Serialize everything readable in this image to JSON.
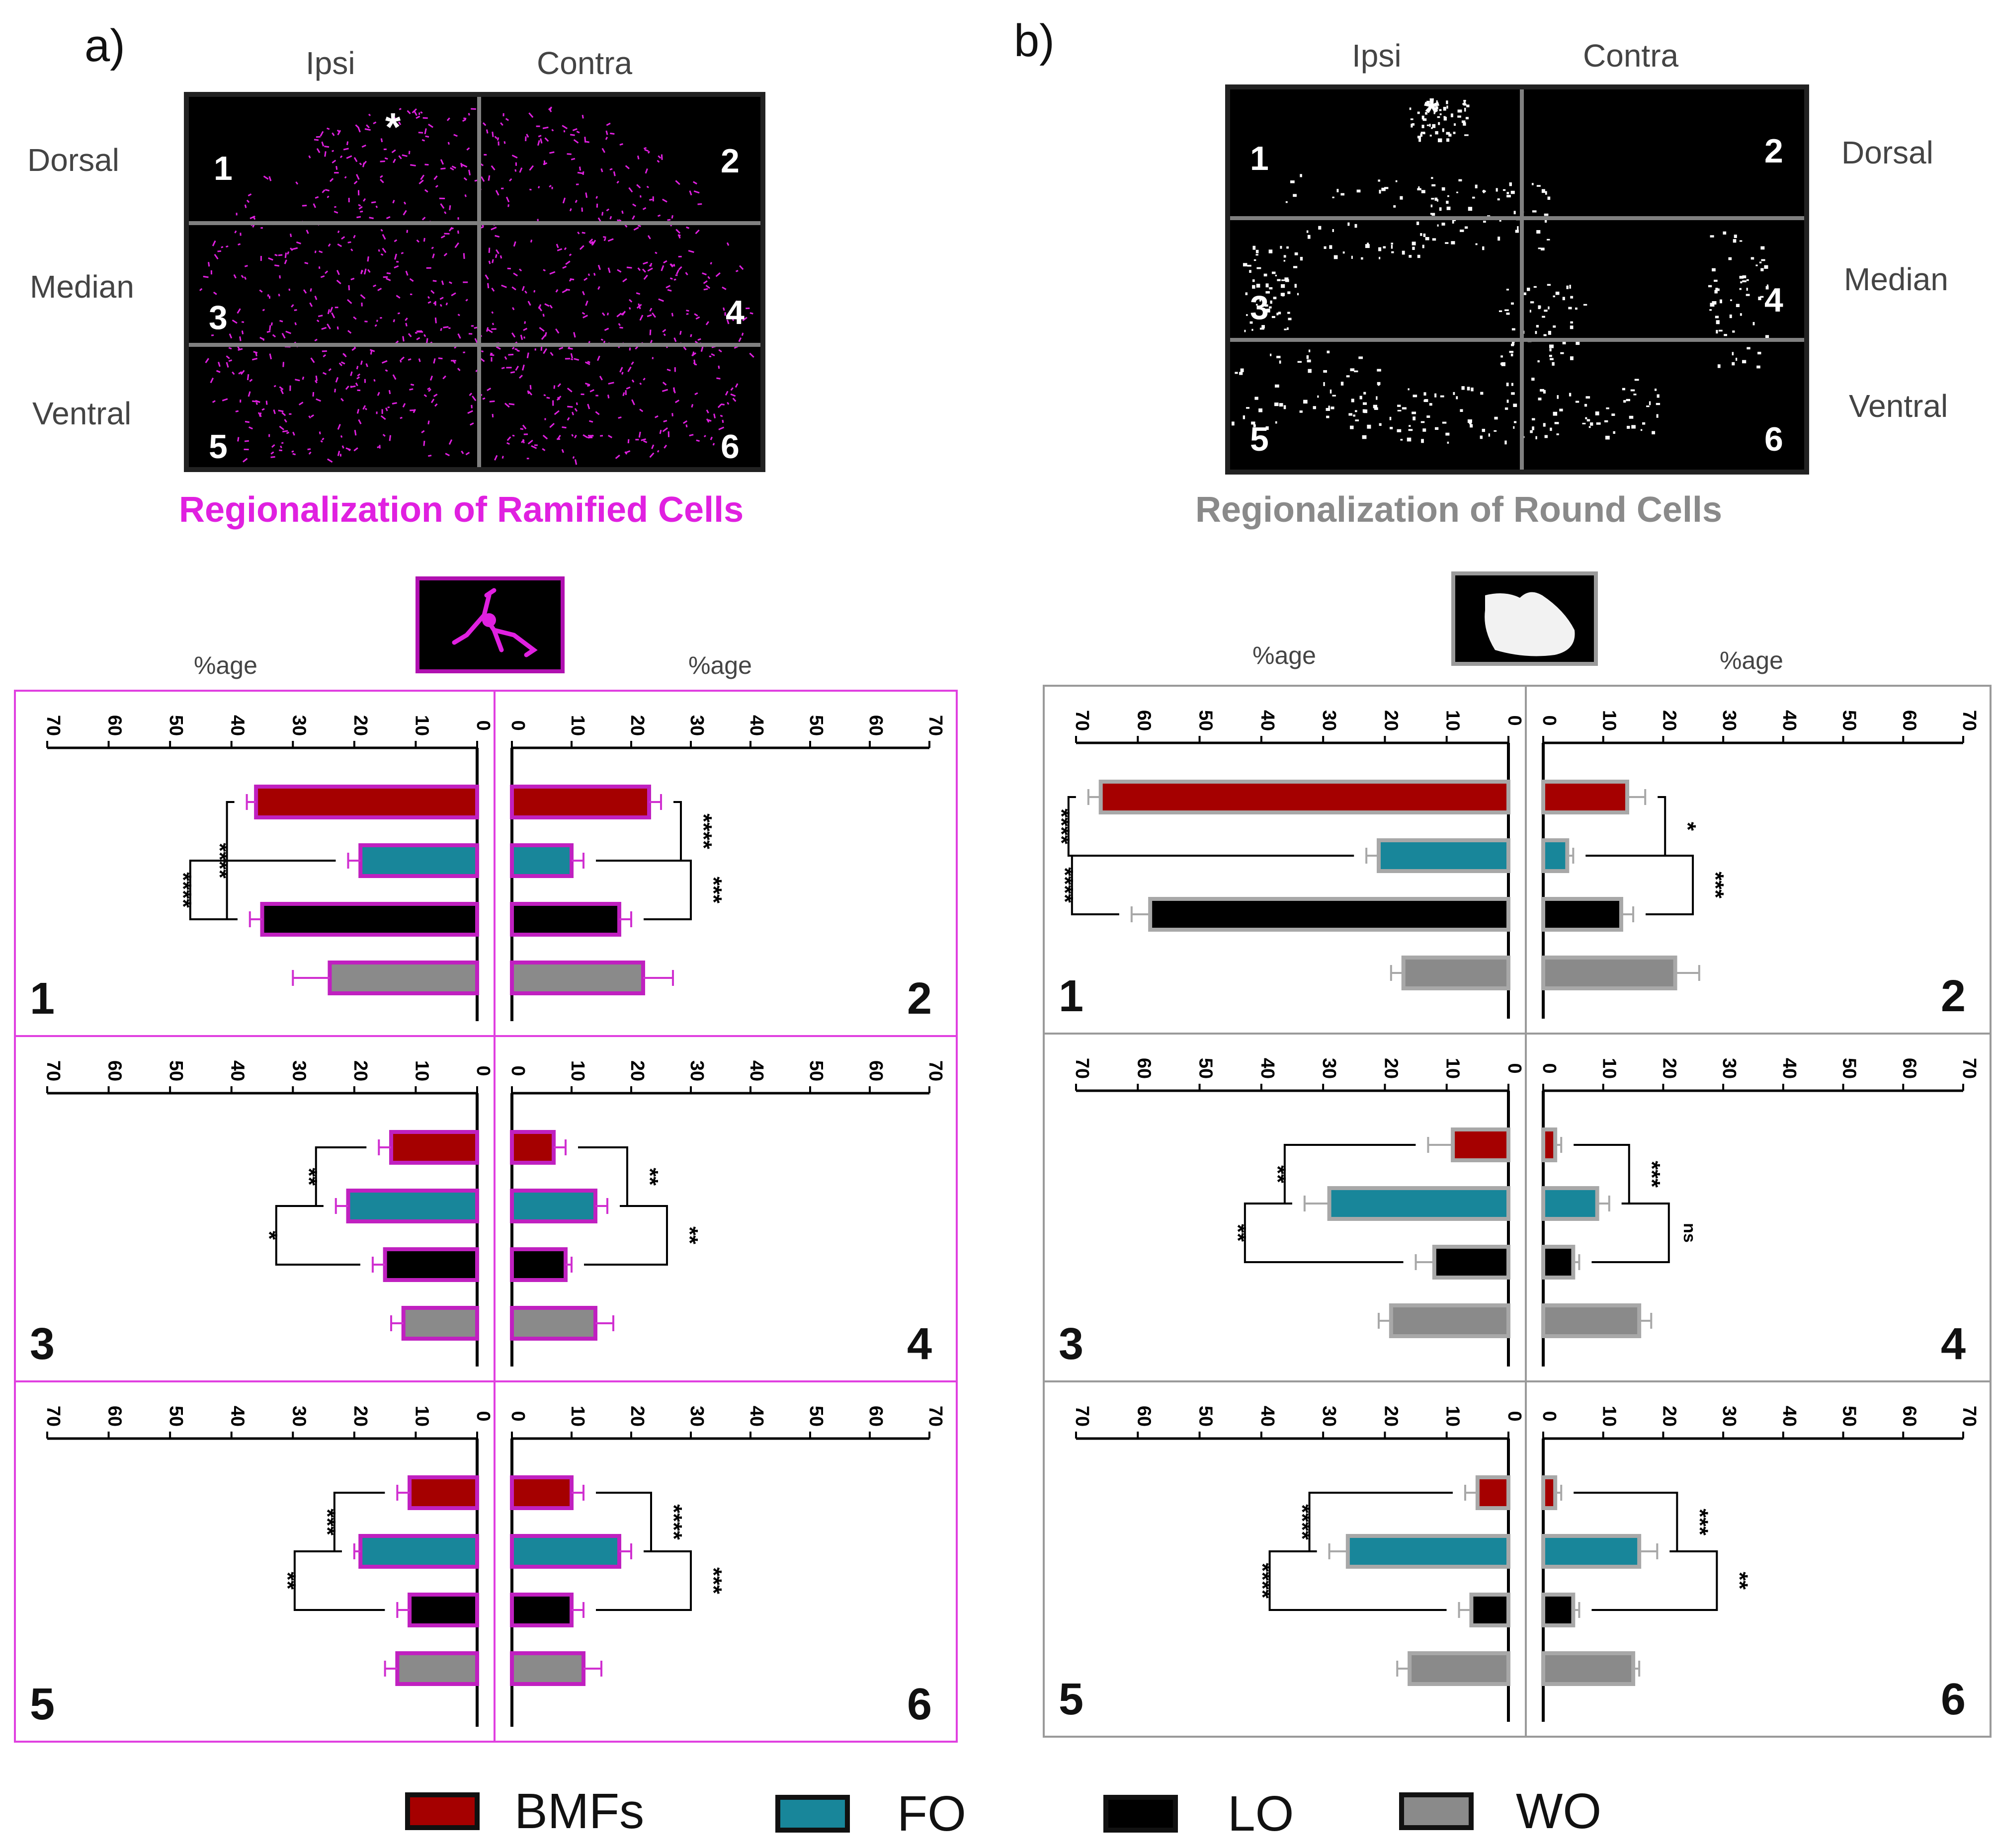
{
  "panel_a": {
    "letter": "a)",
    "col_ipsi": "Ipsi",
    "col_contra": "Contra",
    "row_dorsal": "Dorsal",
    "row_median": "Median",
    "row_ventral": "Ventral",
    "quadrants": [
      "1",
      "2",
      "3",
      "4",
      "5",
      "6"
    ],
    "asterisk": "*",
    "caption": "Regionalization of Ramified Cells",
    "caption_color": "#e020e0",
    "age_left": "%age",
    "age_right": "%age",
    "cell_color": "#e020e0"
  },
  "panel_b": {
    "letter": "b)",
    "col_ipsi": "Ipsi",
    "col_contra": "Contra",
    "row_dorsal": "Dorsal",
    "row_median": "Median",
    "row_ventral": "Ventral",
    "quadrants": [
      "1",
      "2",
      "3",
      "4",
      "5",
      "6"
    ],
    "asterisk": "*",
    "caption": "Regionalization of Round Cells",
    "caption_color": "#8a8a8a",
    "age_left": "%age",
    "age_right": "%age"
  },
  "legend": [
    {
      "label": "BMFs",
      "color": "#a50000"
    },
    {
      "label": "FO",
      "color": "#18869a"
    },
    {
      "label": "LO",
      "color": "#000000"
    },
    {
      "label": "WO",
      "color": "#8a8a8a"
    }
  ],
  "chart_data": [
    {
      "type": "bar",
      "panel": "a",
      "region": "1",
      "side": "ipsi",
      "number_label": "1",
      "ticks": [
        "0",
        "10",
        "20",
        "30",
        "40",
        "50",
        "60",
        "70"
      ],
      "xlim": [
        0,
        70
      ],
      "categories": [
        "BMFs",
        "FO",
        "LO",
        "WO"
      ],
      "values": [
        36,
        19,
        35,
        24
      ],
      "errors": [
        1.5,
        2,
        2,
        6
      ],
      "significance": [
        {
          "pair": [
            "BMFs",
            "LO"
          ],
          "label": "****"
        },
        {
          "pair": [
            "FO",
            "LO"
          ],
          "label": "****"
        }
      ]
    },
    {
      "type": "bar",
      "panel": "a",
      "region": "2",
      "side": "contra",
      "number_label": "2",
      "ticks": [
        "0",
        "10",
        "20",
        "30",
        "40",
        "50",
        "60",
        "70"
      ],
      "xlim": [
        0,
        70
      ],
      "categories": [
        "BMFs",
        "FO",
        "LO",
        "WO"
      ],
      "values": [
        23,
        10,
        18,
        22
      ],
      "errors": [
        2,
        2,
        2,
        5
      ],
      "significance": [
        {
          "pair": [
            "BMFs",
            "FO"
          ],
          "label": "****"
        },
        {
          "pair": [
            "FO",
            "LO"
          ],
          "label": "***"
        }
      ]
    },
    {
      "type": "bar",
      "panel": "a",
      "region": "3",
      "side": "ipsi",
      "number_label": "3",
      "ticks": [
        "0",
        "10",
        "20",
        "30",
        "40",
        "50",
        "60",
        "70"
      ],
      "xlim": [
        0,
        70
      ],
      "categories": [
        "BMFs",
        "FO",
        "LO",
        "WO"
      ],
      "values": [
        14,
        21,
        15,
        12
      ],
      "errors": [
        2,
        2,
        2,
        2
      ],
      "significance": [
        {
          "pair": [
            "BMFs",
            "FO"
          ],
          "label": "**"
        },
        {
          "pair": [
            "FO",
            "LO"
          ],
          "label": "*"
        }
      ]
    },
    {
      "type": "bar",
      "panel": "a",
      "region": "4",
      "side": "contra",
      "number_label": "4",
      "ticks": [
        "0",
        "10",
        "20",
        "30",
        "40",
        "50",
        "60",
        "70"
      ],
      "xlim": [
        0,
        70
      ],
      "categories": [
        "BMFs",
        "FO",
        "LO",
        "WO"
      ],
      "values": [
        7,
        14,
        9,
        14
      ],
      "errors": [
        2,
        2,
        1,
        3
      ],
      "significance": [
        {
          "pair": [
            "BMFs",
            "FO"
          ],
          "label": "**"
        },
        {
          "pair": [
            "FO",
            "LO"
          ],
          "label": "**"
        }
      ]
    },
    {
      "type": "bar",
      "panel": "a",
      "region": "5",
      "side": "ipsi",
      "number_label": "5",
      "ticks": [
        "0",
        "10",
        "20",
        "30",
        "40",
        "50",
        "60",
        "70"
      ],
      "xlim": [
        0,
        70
      ],
      "categories": [
        "BMFs",
        "FO",
        "LO",
        "WO"
      ],
      "values": [
        11,
        19,
        11,
        13
      ],
      "errors": [
        2,
        1,
        2,
        2
      ],
      "significance": [
        {
          "pair": [
            "BMFs",
            "FO"
          ],
          "label": "***"
        },
        {
          "pair": [
            "FO",
            "LO"
          ],
          "label": "**"
        }
      ]
    },
    {
      "type": "bar",
      "panel": "a",
      "region": "6",
      "side": "contra",
      "number_label": "6",
      "ticks": [
        "0",
        "10",
        "20",
        "30",
        "40",
        "50",
        "60",
        "70"
      ],
      "xlim": [
        0,
        70
      ],
      "categories": [
        "BMFs",
        "FO",
        "LO",
        "WO"
      ],
      "values": [
        10,
        18,
        10,
        12
      ],
      "errors": [
        2,
        2,
        2,
        3
      ],
      "significance": [
        {
          "pair": [
            "BMFs",
            "FO"
          ],
          "label": "****"
        },
        {
          "pair": [
            "FO",
            "LO"
          ],
          "label": "***"
        }
      ]
    },
    {
      "type": "bar",
      "panel": "b",
      "region": "1",
      "side": "ipsi",
      "number_label": "1",
      "ticks": [
        "0",
        "10",
        "20",
        "30",
        "40",
        "50",
        "60",
        "70"
      ],
      "xlim": [
        0,
        70
      ],
      "categories": [
        "BMFs",
        "FO",
        "LO",
        "WO"
      ],
      "values": [
        66,
        21,
        58,
        17
      ],
      "errors": [
        2,
        2,
        3,
        2
      ],
      "significance": [
        {
          "pair": [
            "BMFs",
            "FO"
          ],
          "label": "****"
        },
        {
          "pair": [
            "FO",
            "LO"
          ],
          "label": "****"
        }
      ]
    },
    {
      "type": "bar",
      "panel": "b",
      "region": "2",
      "side": "contra",
      "number_label": "2",
      "ticks": [
        "0",
        "10",
        "20",
        "30",
        "40",
        "50",
        "60",
        "70"
      ],
      "xlim": [
        0,
        70
      ],
      "categories": [
        "BMFs",
        "FO",
        "LO",
        "WO"
      ],
      "values": [
        14,
        4,
        13,
        22
      ],
      "errors": [
        3,
        1,
        2,
        4
      ],
      "significance": [
        {
          "pair": [
            "BMFs",
            "FO"
          ],
          "label": "*"
        },
        {
          "pair": [
            "FO",
            "LO"
          ],
          "label": "***"
        }
      ]
    },
    {
      "type": "bar",
      "panel": "b",
      "region": "3",
      "side": "ipsi",
      "number_label": "3",
      "ticks": [
        "0",
        "10",
        "20",
        "30",
        "40",
        "50",
        "60",
        "70"
      ],
      "xlim": [
        0,
        70
      ],
      "categories": [
        "BMFs",
        "FO",
        "LO",
        "WO"
      ],
      "values": [
        9,
        29,
        12,
        19
      ],
      "errors": [
        4,
        4,
        3,
        2
      ],
      "significance": [
        {
          "pair": [
            "BMFs",
            "FO"
          ],
          "label": "**"
        },
        {
          "pair": [
            "FO",
            "LO"
          ],
          "label": "**"
        }
      ]
    },
    {
      "type": "bar",
      "panel": "b",
      "region": "4",
      "side": "contra",
      "number_label": "4",
      "ticks": [
        "0",
        "10",
        "20",
        "30",
        "40",
        "50",
        "60",
        "70"
      ],
      "xlim": [
        0,
        70
      ],
      "categories": [
        "BMFs",
        "FO",
        "LO",
        "WO"
      ],
      "values": [
        2,
        9,
        5,
        16
      ],
      "errors": [
        1,
        2,
        1,
        2
      ],
      "significance": [
        {
          "pair": [
            "BMFs",
            "FO"
          ],
          "label": "***"
        },
        {
          "pair": [
            "FO",
            "LO"
          ],
          "label": "ns"
        }
      ]
    },
    {
      "type": "bar",
      "panel": "b",
      "region": "5",
      "side": "ipsi",
      "number_label": "5",
      "ticks": [
        "0",
        "10",
        "20",
        "30",
        "40",
        "50",
        "60",
        "70"
      ],
      "xlim": [
        0,
        70
      ],
      "categories": [
        "BMFs",
        "FO",
        "LO",
        "WO"
      ],
      "values": [
        5,
        26,
        6,
        16
      ],
      "errors": [
        2,
        3,
        2,
        2
      ],
      "significance": [
        {
          "pair": [
            "BMFs",
            "FO"
          ],
          "label": "****"
        },
        {
          "pair": [
            "FO",
            "LO"
          ],
          "label": "****"
        }
      ]
    },
    {
      "type": "bar",
      "panel": "b",
      "region": "6",
      "side": "contra",
      "number_label": "6",
      "ticks": [
        "0",
        "10",
        "20",
        "30",
        "40",
        "50",
        "60",
        "70"
      ],
      "xlim": [
        0,
        70
      ],
      "categories": [
        "BMFs",
        "FO",
        "LO",
        "WO"
      ],
      "values": [
        2,
        16,
        5,
        15
      ],
      "errors": [
        1,
        3,
        1,
        1
      ],
      "significance": [
        {
          "pair": [
            "BMFs",
            "FO"
          ],
          "label": "***"
        },
        {
          "pair": [
            "FO",
            "LO"
          ],
          "label": "**"
        }
      ]
    }
  ]
}
